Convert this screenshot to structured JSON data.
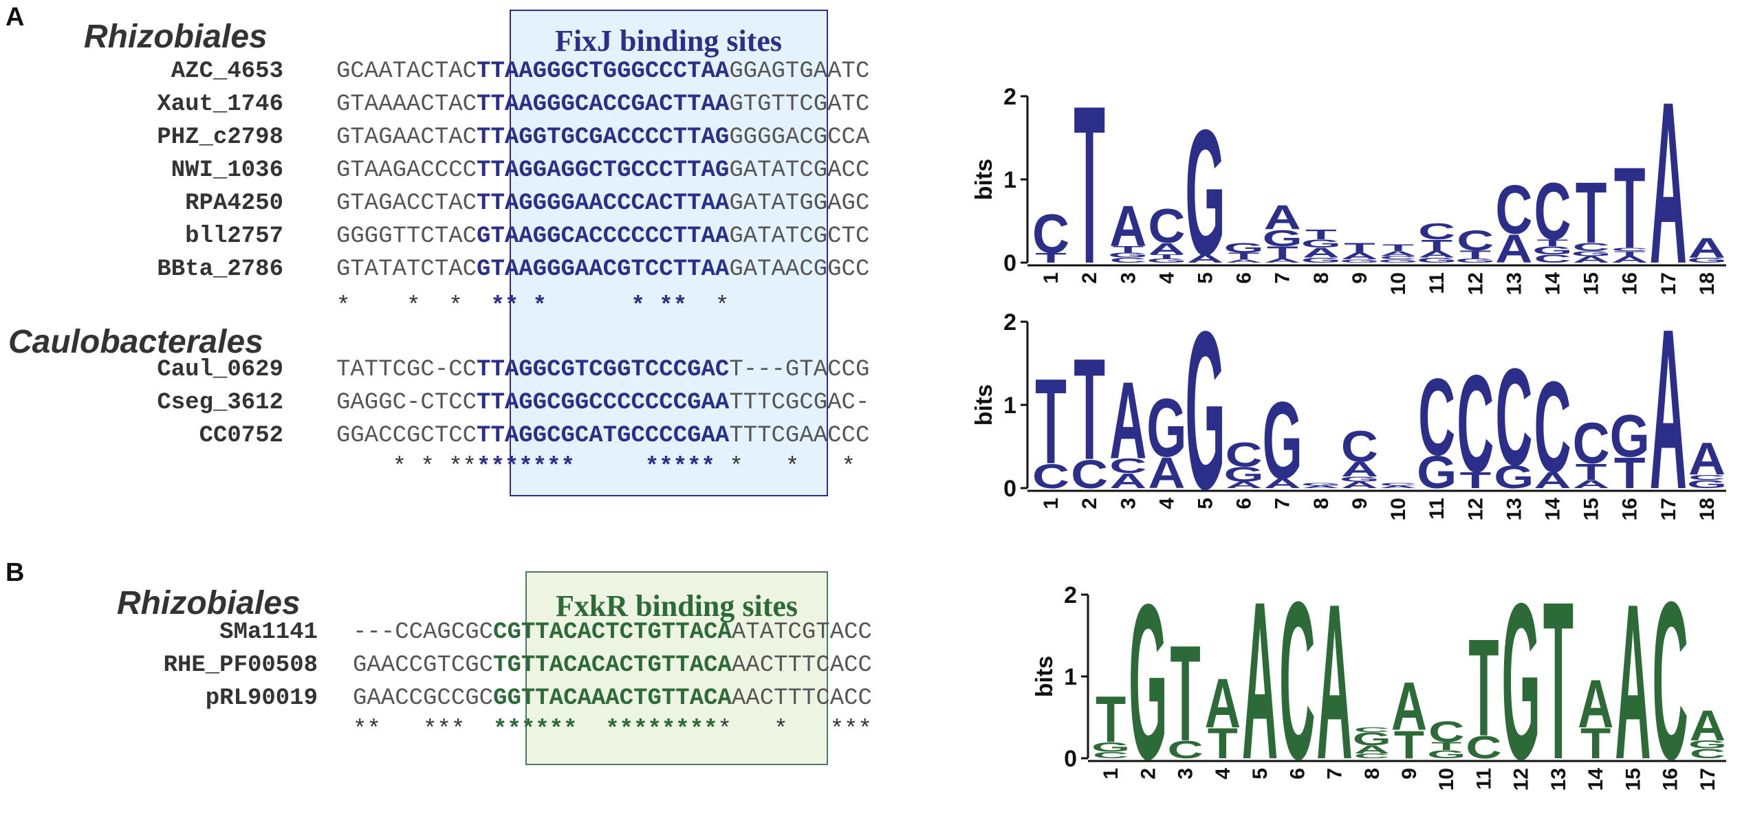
{
  "panels": [
    {
      "letter": "A",
      "box": {
        "title": "FixJ binding sites",
        "color": "#2b2f8a",
        "fill": "#e3f2fc",
        "border": "#2b2f8a"
      },
      "groups": [
        {
          "name": "Rhizobiales",
          "rows": [
            {
              "gene": "AZC_4653",
              "left": "GCAATACTAC",
              "core": "TTAAGGGCTGGGCCCTAA",
              "right": "GGAGTGAATC"
            },
            {
              "gene": "Xaut_1746",
              "left": "GTAAAACTAC",
              "core": "TTAAGGGCACCGACTTAA",
              "right": "GTGTTCGATC"
            },
            {
              "gene": "PHZ_c2798",
              "left": "GTAGAACTAC",
              "core": "TTAGGTGCGACCCCTTAG",
              "right": "GGGGACGCCA"
            },
            {
              "gene": "NWI_1036",
              "left": "GTAAGACCCC",
              "core": "TTAGGAGGCTGCCCTTAG",
              "right": "GATATCGACC"
            },
            {
              "gene": "RPA4250",
              "left": "GTAGACCTAC",
              "core": "TTAGGGGAACCCACTTAA",
              "right": "GATATGGAGC"
            },
            {
              "gene": "bll2757",
              "left": "GGGGTTCTAC",
              "core": "GTAAGGCACCCCCCTTAA",
              "right": "GATATCGCTC"
            },
            {
              "gene": "BBta_2786",
              "left": "GTATATCTAC",
              "core": "GTAAGGGAACGTCCTTAA",
              "right": "GATAACGGCC"
            }
          ],
          "stars": {
            "left": "*    *  * ",
            "core": " ** *      * **  ",
            "right": "*"
          }
        },
        {
          "name": "Caulobacterales",
          "rows": [
            {
              "gene": "Caul_0629",
              "left": "TATTCGC-CC",
              "core": "TTAGGCGTCGGTCCCGAC",
              "right": "T---GTACCG"
            },
            {
              "gene": "Cseg_3612",
              "left": "GAGGC-CTCC",
              "core": "TTAGGCGGCCCCCCCGAA",
              "right": "TTTCGCGAC-"
            },
            {
              "gene": "CC0752",
              "left": "GGACCGCTCC",
              "core": "TTAGGCGCATGCCCCGAA",
              "right": "TTTCGAACCC"
            }
          ],
          "stars": {
            "left": "    * * **",
            "core": "*******     *****",
            "right": " *   *   *"
          }
        }
      ],
      "logos": [
        {
          "y_label": "bits",
          "y_ticks": [
            "0",
            "1",
            "2"
          ],
          "positions": [
            "1",
            "2",
            "3",
            "4",
            "5",
            "6",
            "7",
            "8",
            "9",
            "10",
            "11",
            "12",
            "13",
            "14",
            "15",
            "16",
            "17",
            "18"
          ],
          "stacks": [
            [
              [
                "T",
                0.12
              ],
              [
                "C",
                0.48
              ]
            ],
            [
              [
                "T",
                1.95
              ]
            ],
            [
              [
                "C",
                0.06
              ],
              [
                "G",
                0.06
              ],
              [
                "T",
                0.08
              ],
              [
                "A",
                0.5
              ]
            ],
            [
              [
                "G",
                0.05
              ],
              [
                "T",
                0.05
              ],
              [
                "A",
                0.14
              ],
              [
                "C",
                0.42
              ]
            ],
            [
              [
                "A",
                0.1
              ],
              [
                "G",
                1.55
              ]
            ],
            [
              [
                "A",
                0.04
              ],
              [
                "T",
                0.08
              ],
              [
                "G",
                0.12
              ]
            ],
            [
              [
                "A",
                0.05
              ],
              [
                "T",
                0.15
              ],
              [
                "G",
                0.2
              ],
              [
                "A",
                0.3
              ]
            ],
            [
              [
                "G",
                0.06
              ],
              [
                "A",
                0.12
              ],
              [
                "G",
                0.1
              ],
              [
                "T",
                0.12
              ]
            ],
            [
              [
                "G",
                0.04
              ],
              [
                "A",
                0.08
              ],
              [
                "T",
                0.12
              ]
            ],
            [
              [
                "G",
                0.04
              ],
              [
                "C",
                0.04
              ],
              [
                "A",
                0.06
              ],
              [
                "T",
                0.08
              ]
            ],
            [
              [
                "G",
                0.06
              ],
              [
                "A",
                0.08
              ],
              [
                "T",
                0.14
              ],
              [
                "C",
                0.2
              ]
            ],
            [
              [
                "G",
                0.05
              ],
              [
                "T",
                0.1
              ],
              [
                "C",
                0.25
              ]
            ],
            [
              [
                "A",
                0.35
              ],
              [
                "C",
                0.6
              ]
            ],
            [
              [
                "C",
                0.1
              ],
              [
                "G",
                0.1
              ],
              [
                "T",
                0.08
              ],
              [
                "C",
                0.7
              ]
            ],
            [
              [
                "A",
                0.08
              ],
              [
                "G",
                0.06
              ],
              [
                "C",
                0.1
              ],
              [
                "T",
                0.75
              ]
            ],
            [
              [
                "A",
                0.08
              ],
              [
                "T",
                0.06
              ],
              [
                "C",
                0.04
              ],
              [
                "T",
                1.0
              ]
            ],
            [
              [
                "A",
                2.0
              ]
            ],
            [
              [
                "G",
                0.06
              ],
              [
                "A",
                0.24
              ]
            ]
          ]
        },
        {
          "y_label": "bits",
          "y_ticks": [
            "0",
            "1",
            "2"
          ],
          "positions": [
            "1",
            "2",
            "3",
            "4",
            "5",
            "6",
            "7",
            "8",
            "9",
            "10",
            "11",
            "12",
            "13",
            "14",
            "15",
            "16",
            "17",
            "18"
          ],
          "stacks": [
            [
              [
                "C",
                0.3
              ],
              [
                "T",
                1.05
              ]
            ],
            [
              [
                "C",
                0.35
              ],
              [
                "T",
                1.25
              ]
            ],
            [
              [
                "A",
                0.18
              ],
              [
                "C",
                0.18
              ],
              [
                "A",
                0.95
              ]
            ],
            [
              [
                "A",
                0.38
              ],
              [
                "G",
                0.72
              ]
            ],
            [
              [
                "G",
                1.95
              ]
            ],
            [
              [
                "A",
                0.08
              ],
              [
                "G",
                0.18
              ],
              [
                "C",
                0.3
              ]
            ],
            [
              [
                "A",
                0.12
              ],
              [
                "G",
                0.95
              ]
            ],
            [
              [
                "A",
                0.03
              ],
              [
                "G",
                0.03
              ]
            ],
            [
              [
                "A",
                0.08
              ],
              [
                "G",
                0.06
              ],
              [
                "A",
                0.18
              ],
              [
                "C",
                0.38
              ]
            ],
            [
              [
                "A",
                0.03
              ],
              [
                "C",
                0.03
              ]
            ],
            [
              [
                "G",
                0.4
              ],
              [
                "C",
                0.95
              ]
            ],
            [
              [
                "T",
                0.2
              ],
              [
                "C",
                1.2
              ]
            ],
            [
              [
                "G",
                0.28
              ],
              [
                "C",
                1.2
              ]
            ],
            [
              [
                "A",
                0.2
              ],
              [
                "C",
                1.12
              ]
            ],
            [
              [
                "A",
                0.1
              ],
              [
                "T",
                0.2
              ],
              [
                "C",
                0.5
              ]
            ],
            [
              [
                "T",
                0.38
              ],
              [
                "G",
                0.52
              ]
            ],
            [
              [
                "A",
                1.98
              ]
            ],
            [
              [
                "G",
                0.1
              ],
              [
                "C",
                0.06
              ],
              [
                "A",
                0.4
              ]
            ]
          ]
        }
      ]
    },
    {
      "letter": "B",
      "box": {
        "title": "FxkR binding sites",
        "color": "#2c6a38",
        "fill": "#edf4e2",
        "border": "#4a7a56"
      },
      "groups": [
        {
          "name": "Rhizobiales",
          "rows": [
            {
              "gene": "SMa1141",
              "left": "---CCAGCGC",
              "core": "CGTTACACTCTGTTACA",
              "right": "ATATCGTACC"
            },
            {
              "gene": "RHE_PF00508",
              "left": "GAACCGTCGC",
              "core": "TGTTACACACTGTTACA",
              "right": "AACTTTCACC"
            },
            {
              "gene": "pRL90019",
              "left": "GAACCGCCGC",
              "core": "GGTTACAAACTGTTACA",
              "right": "AACTTTCACC"
            }
          ],
          "stars": {
            "left": "**   *** ",
            "core": " ******  ********",
            "right": "*   *   ***"
          }
        }
      ],
      "logos": [
        {
          "y_label": "bits",
          "y_ticks": [
            "0",
            "1",
            "2"
          ],
          "positions": [
            "1",
            "2",
            "3",
            "4",
            "5",
            "6",
            "7",
            "8",
            "9",
            "10",
            "11",
            "12",
            "13",
            "14",
            "15",
            "16",
            "17"
          ],
          "stacks": [
            [
              [
                "C",
                0.08
              ],
              [
                "G",
                0.12
              ],
              [
                "T",
                0.58
              ]
            ],
            [
              [
                "G",
                1.95
              ]
            ],
            [
              [
                "C",
                0.22
              ],
              [
                "T",
                1.2
              ]
            ],
            [
              [
                "T",
                0.38
              ],
              [
                "A",
                0.62
              ]
            ],
            [
              [
                "A",
                1.98
              ]
            ],
            [
              [
                "C",
                1.98
              ]
            ],
            [
              [
                "A",
                1.95
              ]
            ],
            [
              [
                "C",
                0.06
              ],
              [
                "A",
                0.1
              ],
              [
                "G",
                0.16
              ],
              [
                "C",
                0.06
              ]
            ],
            [
              [
                "T",
                0.35
              ],
              [
                "A",
                0.6
              ]
            ],
            [
              [
                "G",
                0.1
              ],
              [
                "T",
                0.1
              ],
              [
                "C",
                0.26
              ]
            ],
            [
              [
                "C",
                0.28
              ],
              [
                "T",
                1.22
              ]
            ],
            [
              [
                "G",
                1.96
              ]
            ],
            [
              [
                "T",
                1.98
              ]
            ],
            [
              [
                "T",
                0.38
              ],
              [
                "A",
                0.6
              ]
            ],
            [
              [
                "A",
                1.95
              ]
            ],
            [
              [
                "C",
                1.98
              ]
            ],
            [
              [
                "C",
                0.12
              ],
              [
                "G",
                0.1
              ],
              [
                "A",
                0.38
              ]
            ]
          ]
        }
      ]
    }
  ]
}
